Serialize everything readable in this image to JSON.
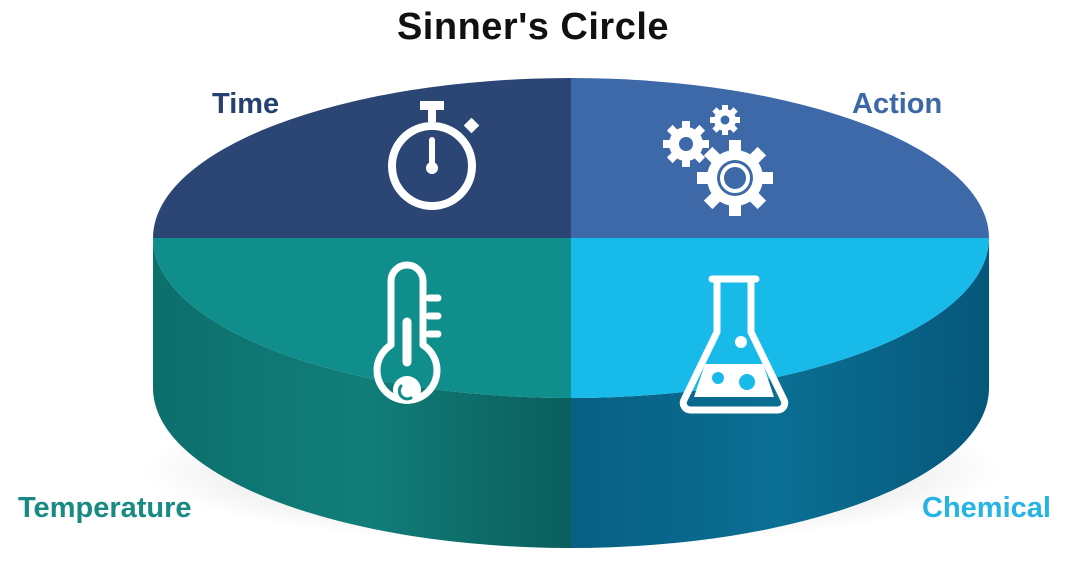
{
  "title": "Sinner's Circle",
  "quadrants": [
    {
      "label": "Time",
      "icon": "stopwatch-icon",
      "color": "#2b4674"
    },
    {
      "label": "Action",
      "icon": "gears-icon",
      "color": "#3e69a8"
    },
    {
      "label": "Temperature",
      "icon": "thermometer-icon",
      "color": "#0f8e8b"
    },
    {
      "label": "Chemical",
      "icon": "flask-icon",
      "color": "#18baea"
    }
  ]
}
